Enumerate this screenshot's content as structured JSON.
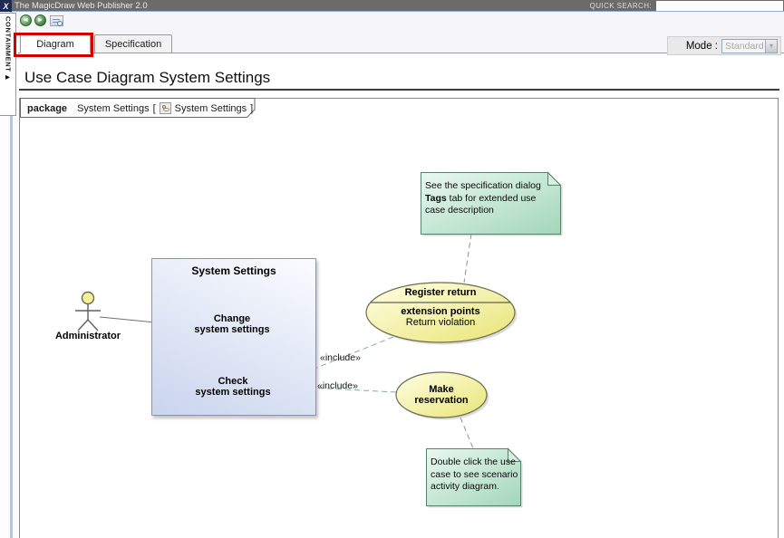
{
  "titlebar": {
    "app_title": "The MagicDraw Web Publisher 2.0",
    "quick_search_label": "QUICK SEARCH:",
    "quick_search_value": ""
  },
  "sidebar": {
    "containment_label": "CONTAINMENT",
    "expand_glyph": "▶"
  },
  "toolbar": {
    "back_glyph": "◄",
    "forward_glyph": "►"
  },
  "tabs": {
    "diagram_label": "Diagram",
    "specification_label": "Specification"
  },
  "mode": {
    "label": "Mode :",
    "value": "Standard",
    "arrow_glyph": "▾"
  },
  "page": {
    "title": "Use Case Diagram System Settings"
  },
  "frame_header": {
    "keyword": "package",
    "package_name": "System Settings",
    "open_bracket": "[",
    "diagram_ref": "System Settings",
    "close_bracket": "]"
  },
  "diagram": {
    "subject_title": "System Settings",
    "actor_label": "Administrator",
    "include_label": "«include»",
    "use_cases": {
      "change_line1": "Change",
      "change_line2": "system settings",
      "check_line1": "Check",
      "check_line2": "system settings",
      "make_line1": "Make",
      "make_line2": "reservation",
      "register_title": "Register return",
      "register_ext_header": "extension points",
      "register_ext_point": "Return violation"
    },
    "notes": {
      "note1_line1": "See the specification dialog",
      "note1_line2_bold": "Tags",
      "note1_line2_rest": " tab for extended use",
      "note1_line3": "case description",
      "note2_line1": "Double click the use",
      "note2_line2": "case to see scenario",
      "note2_line3": "activity diagram."
    },
    "colors": {
      "usecase_fill": "#f0ed8e",
      "note_fill": "#bfe2cc",
      "subject_fill": "#ccd6ee",
      "include_line": "#7fae9a",
      "highlight_red": "#d40000"
    }
  }
}
